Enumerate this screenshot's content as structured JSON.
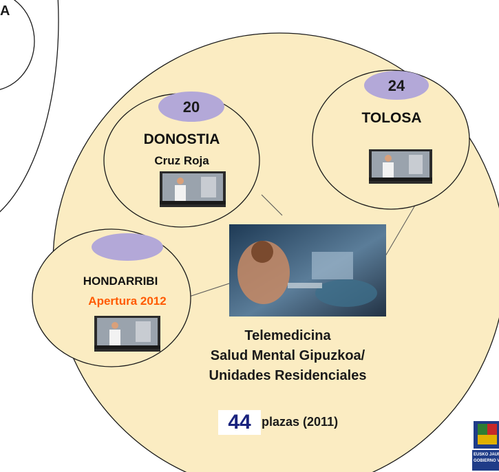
{
  "top_left_fragment": {
    "text": "A"
  },
  "centers": {
    "donostia": {
      "count": "20",
      "name": "DONOSTIA",
      "subtitle": "Cruz Roja"
    },
    "tolosa": {
      "count": "24",
      "name": "TOLOSA"
    },
    "hondarribi": {
      "count": "",
      "name": "HONDARRIBI",
      "subtitle": "Apertura 2012"
    }
  },
  "main": {
    "title_lines": [
      "Telemedicina",
      "Salud Mental Gipuzkoa/",
      "Unidades Residenciales"
    ],
    "total_number": "44",
    "total_label": "plazas (2011)"
  },
  "logo": {
    "line1": "EUSKO JAURLAR",
    "line2": "GOBIERNO VA"
  },
  "colors": {
    "big_circle_fill": "#fbecc2",
    "pill_fill": "#b3a8d8",
    "outline": "#1a1a1a",
    "accent_orange": "#ff5a00",
    "number_blue": "#1a237e",
    "logo_blue": "#1f3c88"
  },
  "icons": [
    "tv-monitor-icon",
    "doctor-icon",
    "telemedicine-photo",
    "coat-of-arms-icon"
  ]
}
